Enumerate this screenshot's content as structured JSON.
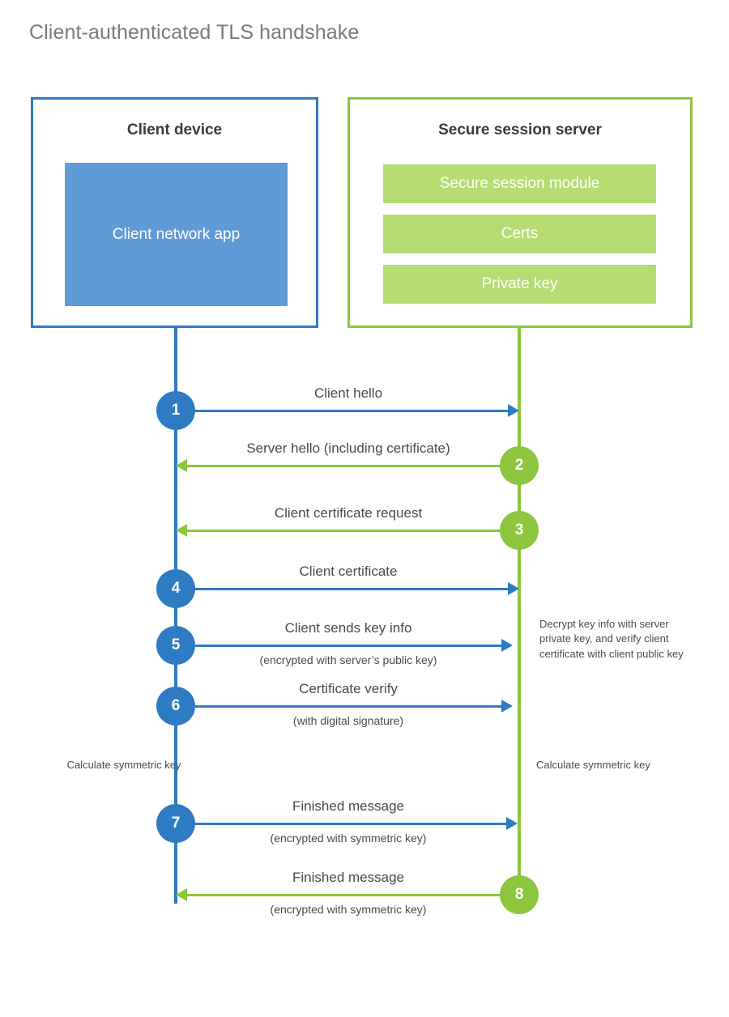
{
  "title": "Client-authenticated TLS handshake",
  "colors": {
    "client_border": "#2E7BC4",
    "client_fill": "#5F9BD6",
    "server_border": "#8CC63E",
    "server_fill": "#B5DB73",
    "title_text": "#7a7a7a",
    "body_text": "#494949",
    "background": "#ffffff"
  },
  "client": {
    "title": "Client device",
    "app_label": "Client network app"
  },
  "server": {
    "title": "Secure session server",
    "components": [
      {
        "label": "Secure session module"
      },
      {
        "label": "Certs"
      },
      {
        "label": "Private key"
      }
    ]
  },
  "messages": [
    {
      "step": "1",
      "label": "Client hello",
      "sublabel": "",
      "direction": "client-to-server",
      "color": "blue"
    },
    {
      "step": "2",
      "label": "Server hello (including certificate)",
      "sublabel": "",
      "direction": "server-to-client",
      "color": "green"
    },
    {
      "step": "3",
      "label": "Client certificate request",
      "sublabel": "",
      "direction": "server-to-client",
      "color": "green"
    },
    {
      "step": "4",
      "label": "Client certificate",
      "sublabel": "",
      "direction": "client-to-server",
      "color": "blue"
    },
    {
      "step": "5",
      "label": "Client sends key info",
      "sublabel": "(encrypted with server’s public key)",
      "direction": "client-to-server",
      "color": "blue"
    },
    {
      "step": "6",
      "label": "Certificate verify",
      "sublabel": "(with digital signature)",
      "direction": "client-to-server",
      "color": "blue"
    },
    {
      "step": "7",
      "label": "Finished message",
      "sublabel": "(encrypted with symmetric key)",
      "direction": "client-to-server",
      "color": "blue"
    },
    {
      "step": "8",
      "label": "Finished message",
      "sublabel": "(encrypted with symmetric key)",
      "direction": "server-to-client",
      "color": "green"
    }
  ],
  "notes": {
    "decrypt": "Decrypt key info with server private key, and verify client certificate with client public key",
    "client_symmetric": "Calculate symmetric key",
    "server_symmetric": "Calculate symmetric key"
  }
}
